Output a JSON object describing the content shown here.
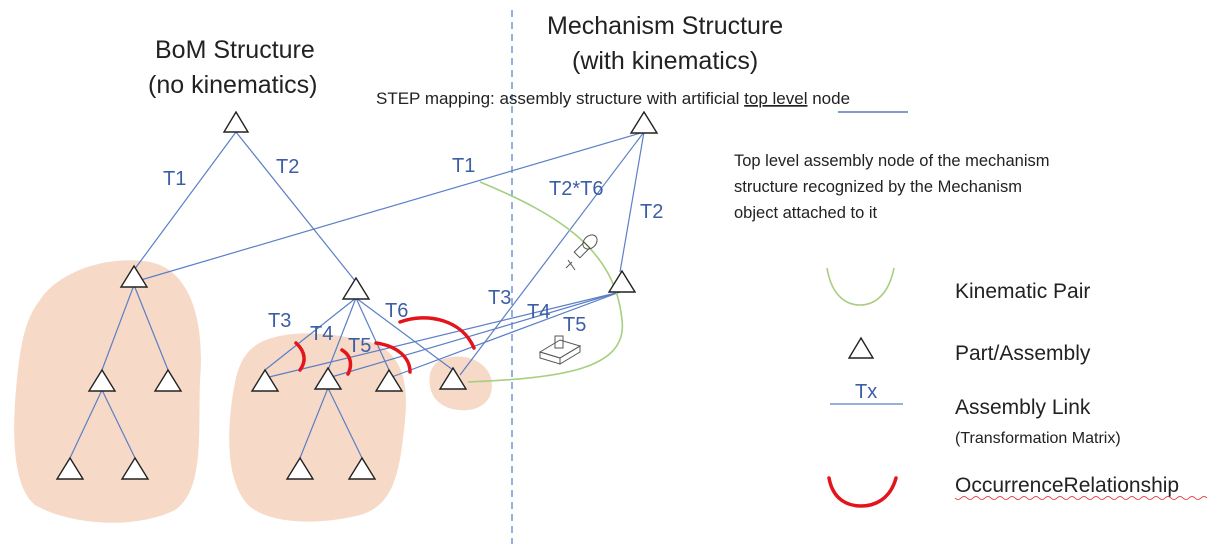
{
  "titles": {
    "bom_line1": "BoM Structure",
    "bom_line2": "(no kinematics)",
    "mech_line1": "Mechanism Structure",
    "mech_line2": "(with kinematics)"
  },
  "step_mapping_prefix": "STEP mapping: assembly structure with artificial ",
  "step_mapping_link": "top level",
  "step_mapping_suffix": " node",
  "description": [
    "Top level assembly node of the mechanism",
    "structure recognized by the Mechanism",
    "object attached to it"
  ],
  "links": {
    "bom_t1": "T1",
    "bom_t2": "T2",
    "mech_t1": "T1",
    "mech_t2t6": "T2*T6",
    "mech_t2": "T2",
    "t3_left": "T3",
    "t4_left": "T4",
    "t5_left": "T5",
    "t6": "T6",
    "t3_right": "T3",
    "t4_right": "T4",
    "t5_right": "T5"
  },
  "legend": {
    "kinematic_pair": "Kinematic Pair",
    "part_assembly": "Part/Assembly",
    "tx": "Tx",
    "assembly_link": "Assembly Link",
    "transformation_matrix": "(Transformation Matrix)",
    "occurrence_relationship": "OccurrenceRelationship"
  },
  "colors": {
    "link": "#5b7fc7",
    "occurrence": "#e3141b",
    "kinematic": "#a6cf7f",
    "blob": "#f6d9c6"
  }
}
